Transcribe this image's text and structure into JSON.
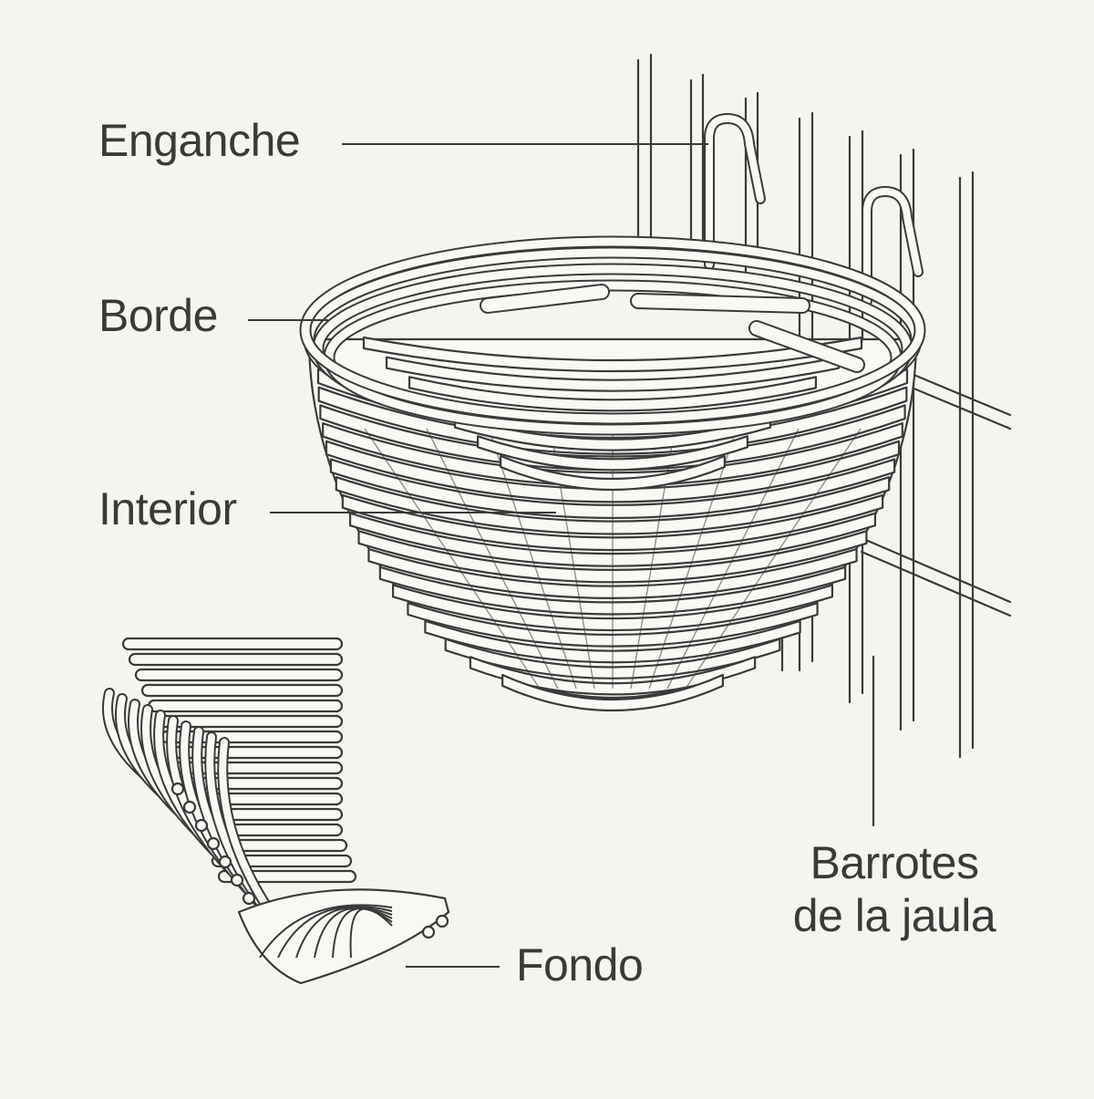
{
  "labels": {
    "hook": "Enganche",
    "rim": "Borde",
    "interior": "Interior",
    "bars_line1": "Barrotes",
    "bars_line2": "de la jaula",
    "bottom": "Fondo"
  },
  "colors": {
    "background": "#f5f5f0",
    "line": "#3a3a3a",
    "fill": "#f8f8f4"
  }
}
